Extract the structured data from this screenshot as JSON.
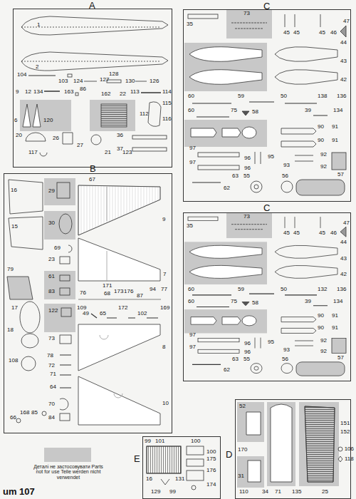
{
  "diagram": {
    "nodes": [
      {
        "text": [
          "A"
        ]
      },
      {
        "text": [
          "C"
        ]
      },
      {
        "text": [
          "B"
        ]
      },
      {
        "text": [
          "C"
        ]
      },
      {
        "text": [
          "E"
        ]
      },
      {
        "text": [
          "D"
        ]
      }
    ],
    "labels": [
      "1",
      "2",
      "104",
      "103",
      "124",
      "127",
      "128",
      "130",
      "126",
      "9",
      "12",
      "134",
      "163",
      "86",
      "162",
      "22",
      "113",
      "114",
      "6",
      "120",
      "112",
      "115",
      "116",
      "20",
      "26",
      "27",
      "36",
      "37",
      "117",
      "21",
      "123",
      "16",
      "29",
      "67",
      "9",
      "15",
      "30",
      "69",
      "23",
      "7",
      "79",
      "61",
      "83",
      "76",
      "171",
      "68",
      "173",
      "176",
      "87",
      "94",
      "77",
      "17",
      "122",
      "109",
      "49",
      "65",
      "172",
      "102",
      "169",
      "18",
      "73",
      "8",
      "78",
      "72",
      "108",
      "71",
      "64",
      "70",
      "10",
      "168",
      "85",
      "66",
      "84",
      "35",
      "73",
      "45",
      "45",
      "45",
      "46",
      "47",
      "44",
      "43",
      "42",
      "60",
      "59",
      "50",
      "138",
      "136",
      "60",
      "75",
      "58",
      "39",
      "134",
      "90",
      "91",
      "90",
      "91",
      "97",
      "96",
      "95",
      "93",
      "92",
      "92",
      "97",
      "96",
      "63",
      "55",
      "56",
      "57",
      "62",
      "35",
      "73",
      "45",
      "45",
      "45",
      "46",
      "47",
      "44",
      "43",
      "42",
      "60",
      "59",
      "50",
      "132",
      "136",
      "60",
      "75",
      "58",
      "39",
      "134",
      "90",
      "91",
      "90",
      "91",
      "97",
      "96",
      "95",
      "93",
      "92",
      "92",
      "97",
      "96",
      "63",
      "55",
      "56",
      "57",
      "62",
      "52",
      "151",
      "152",
      "106",
      "118",
      "170",
      "31",
      "110",
      "34",
      "71",
      "135",
      "25",
      "99",
      "101",
      "100",
      "100",
      "175",
      "176",
      "16",
      "131",
      "174",
      "129",
      "99",
      "um 107"
    ],
    "legend": [
      {
        "text": "Деталі не застосовувати Parts not for use Teile werden nicht verwendet",
        "color": "#c8c8c8"
      }
    ]
  }
}
